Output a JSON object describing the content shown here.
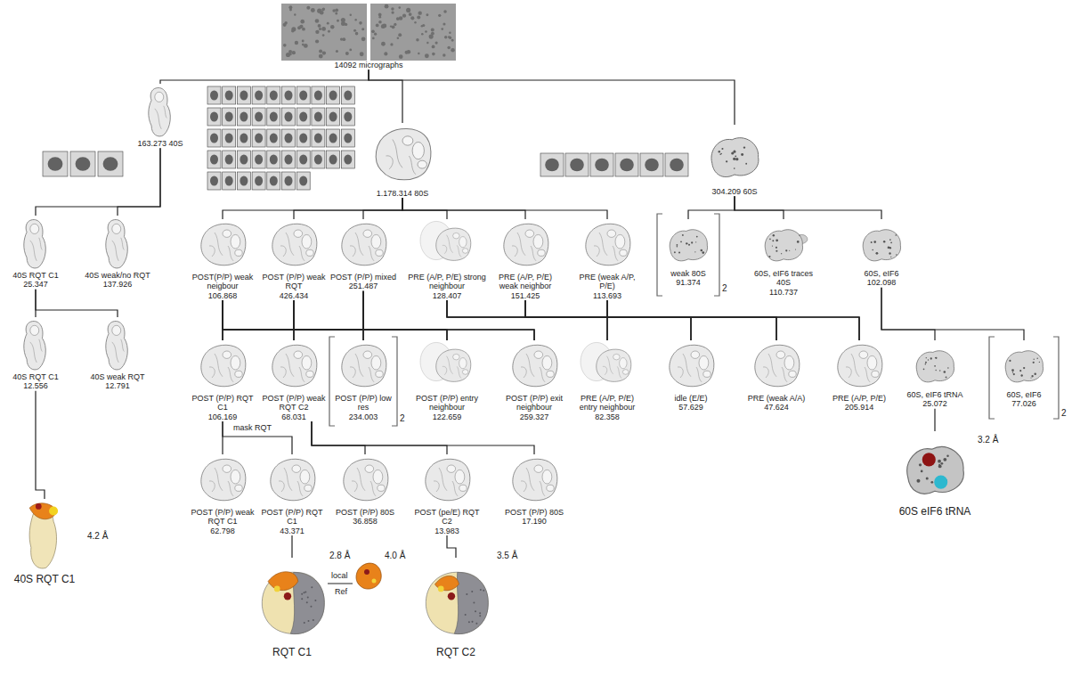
{
  "diagram": {
    "nodes": [
      {
        "text": [
          "14092 micrographs"
        ]
      },
      {
        "text": [
          "163.273 40S"
        ]
      },
      {
        "text": [
          "1.178.314 80S"
        ]
      },
      {
        "text": [
          "304.209 60S"
        ]
      },
      {
        "text": [
          "40S RQT C1",
          "25.347"
        ]
      },
      {
        "text": [
          "40S weak/no RQT",
          "137.926"
        ]
      },
      {
        "text": [
          "POST(P/P) weak neigbour",
          "106.868"
        ]
      },
      {
        "text": [
          "POST (P/P) weak RQT",
          "426.434"
        ]
      },
      {
        "text": [
          "POST (P/P) mixed",
          "251.487"
        ]
      },
      {
        "text": [
          "PRE (A/P, P/E) strong neighbour",
          "128.407"
        ]
      },
      {
        "text": [
          "PRE (A/P, P/E) weak neighbor",
          "151.425"
        ]
      },
      {
        "text": [
          "PRE (weak A/P, P/E)",
          "113.693"
        ]
      },
      {
        "text": [
          "weak 80S",
          "91.374"
        ]
      },
      {
        "text": [
          "60S, eIF6 traces 40S",
          "110.737"
        ]
      },
      {
        "text": [
          "60S, eIF6",
          "102.098"
        ]
      },
      {
        "text": [
          "40S RQT C1",
          "12.556"
        ]
      },
      {
        "text": [
          "40S weak RQT",
          "12.791"
        ]
      },
      {
        "text": [
          "POST (P/P) RQT C1",
          "106.169"
        ]
      },
      {
        "text": [
          "POST (P/P) weak RQT C2",
          "68.031"
        ]
      },
      {
        "text": [
          "POST (P/P) low res",
          "234.003"
        ]
      },
      {
        "text": [
          "POST (P/P) entry neighbour",
          "122.659"
        ]
      },
      {
        "text": [
          "POST (P/P) exit neighbour",
          "259.327"
        ]
      },
      {
        "text": [
          "PRE (A/P, P/E) entry neighbour",
          "82.358"
        ]
      },
      {
        "text": [
          "idle (E/E)",
          "57.629"
        ]
      },
      {
        "text": [
          "PRE (weak A/A)",
          "47.624"
        ]
      },
      {
        "text": [
          "PRE (A/P, P/E)",
          "205.914"
        ]
      },
      {
        "text": [
          "60S, eIF6 tRNA",
          "25.072"
        ]
      },
      {
        "text": [
          "60S, eIF6",
          "77.026"
        ]
      },
      {
        "text": [
          "POST (P/P) weak RQT C1",
          "62.798"
        ]
      },
      {
        "text": [
          "POST (P/P) RQT C1",
          "43.371"
        ]
      },
      {
        "text": [
          "POST (P/P) 80S",
          "36.858"
        ]
      },
      {
        "text": [
          "POST (pe/E) RQT C2",
          "13.983"
        ]
      },
      {
        "text": [
          "POST (P/P) 80S",
          "17.190"
        ]
      },
      {
        "text": [
          "40S RQT C1"
        ]
      },
      {
        "text": [
          "RQT C1"
        ]
      },
      {
        "text": [
          "RQT C2"
        ]
      },
      {
        "text": [
          "60S eIF6 tRNA"
        ]
      }
    ],
    "edges": [
      {
        "from": 0,
        "to": 1,
        "arrow": "none"
      },
      {
        "from": 0,
        "to": 2,
        "arrow": "none"
      },
      {
        "from": 0,
        "to": 3,
        "arrow": "none"
      },
      {
        "from": 1,
        "to": 4,
        "arrow": "none"
      },
      {
        "from": 1,
        "to": 5,
        "arrow": "none"
      },
      {
        "from": 2,
        "to": 6,
        "arrow": "none"
      },
      {
        "from": 2,
        "to": 7,
        "arrow": "none"
      },
      {
        "from": 2,
        "to": 8,
        "arrow": "none"
      },
      {
        "from": 2,
        "to": 9,
        "arrow": "none"
      },
      {
        "from": 2,
        "to": 10,
        "arrow": "none"
      },
      {
        "from": 2,
        "to": 11,
        "arrow": "none"
      },
      {
        "from": 3,
        "to": 12,
        "arrow": "none"
      },
      {
        "from": 3,
        "to": 13,
        "arrow": "none"
      },
      {
        "from": 3,
        "to": 14,
        "arrow": "none"
      },
      {
        "from": 4,
        "to": 15,
        "arrow": "none"
      },
      {
        "from": 4,
        "to": 16,
        "arrow": "none"
      },
      {
        "from": 6,
        "to": 17,
        "arrow": "none"
      },
      {
        "from": 6,
        "to": 18,
        "arrow": "none"
      },
      {
        "from": 6,
        "to": 19,
        "arrow": "none"
      },
      {
        "from": 6,
        "to": 20,
        "arrow": "none"
      },
      {
        "from": 6,
        "to": 21,
        "arrow": "none"
      },
      {
        "from": 7,
        "to": 17,
        "arrow": "none"
      },
      {
        "from": 7,
        "to": 18,
        "arrow": "none"
      },
      {
        "from": 7,
        "to": 19,
        "arrow": "none"
      },
      {
        "from": 7,
        "to": 20,
        "arrow": "none"
      },
      {
        "from": 7,
        "to": 21,
        "arrow": "none"
      },
      {
        "from": 8,
        "to": 17,
        "arrow": "none"
      },
      {
        "from": 8,
        "to": 18,
        "arrow": "none"
      },
      {
        "from": 8,
        "to": 19,
        "arrow": "none"
      },
      {
        "from": 8,
        "to": 20,
        "arrow": "none"
      },
      {
        "from": 8,
        "to": 21,
        "arrow": "none"
      },
      {
        "from": 9,
        "to": 22,
        "arrow": "none"
      },
      {
        "from": 9,
        "to": 23,
        "arrow": "none"
      },
      {
        "from": 9,
        "to": 24,
        "arrow": "none"
      },
      {
        "from": 9,
        "to": 25,
        "arrow": "none"
      },
      {
        "from": 10,
        "to": 22,
        "arrow": "none"
      },
      {
        "from": 10,
        "to": 23,
        "arrow": "none"
      },
      {
        "from": 10,
        "to": 24,
        "arrow": "none"
      },
      {
        "from": 10,
        "to": 25,
        "arrow": "none"
      },
      {
        "from": 11,
        "to": 22,
        "arrow": "none"
      },
      {
        "from": 11,
        "to": 23,
        "arrow": "none"
      },
      {
        "from": 11,
        "to": 24,
        "arrow": "none"
      },
      {
        "from": 11,
        "to": 25,
        "arrow": "none"
      },
      {
        "from": 14,
        "to": 26,
        "arrow": "none"
      },
      {
        "from": 14,
        "to": 27,
        "arrow": "none"
      },
      {
        "from": 15,
        "to": 33,
        "arrow": "none"
      },
      {
        "from": 17,
        "to": 28,
        "arrow": "none"
      },
      {
        "from": 17,
        "to": 29,
        "arrow": "none"
      },
      {
        "from": 18,
        "to": 30,
        "arrow": "none"
      },
      {
        "from": 18,
        "to": 31,
        "arrow": "none"
      },
      {
        "from": 18,
        "to": 32,
        "arrow": "none"
      },
      {
        "from": 29,
        "to": 34,
        "arrow": "none"
      },
      {
        "from": 31,
        "to": 35,
        "arrow": "none"
      },
      {
        "from": 26,
        "to": 36,
        "arrow": "none"
      }
    ],
    "labels": [
      "2",
      "2",
      "2",
      "mask RQT",
      "3.2 Å",
      "4.2 Å",
      "2.8 Å",
      "local",
      "Ref",
      "4.0 Å",
      "3.5 Å"
    ]
  }
}
